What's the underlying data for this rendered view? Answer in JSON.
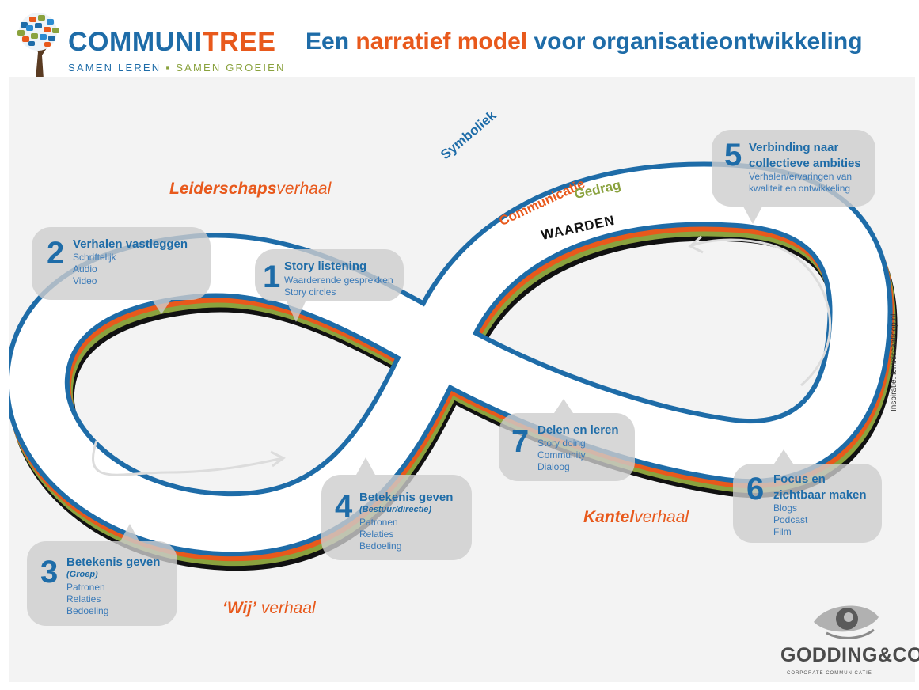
{
  "header": {
    "logo_part1": "COMMUNI",
    "logo_part2": "TREE",
    "tagline_part1": "SAMEN LEREN",
    "tagline_sep": "▪",
    "tagline_part2": "SAMEN GROEIEN",
    "title_part1": "Een",
    "title_part2": "narratief model",
    "title_part3": "voor organisatieontwikkeling"
  },
  "colors": {
    "blue": "#1e6ca8",
    "orange": "#e8591c",
    "green": "#8aa23e",
    "black": "#111111",
    "bubble": "#cdcdcd"
  },
  "stories": {
    "leiderschap_bold": "Leiderschaps",
    "leiderschap_rest": "verhaal",
    "wij_bold": "‘Wij’",
    "wij_rest": " verhaal",
    "kantel_bold": "Kantel",
    "kantel_rest": "verhaal"
  },
  "tracks": {
    "symboliek": "Symboliek",
    "communicatie": "Communicatie",
    "gedrag": "Gedrag",
    "waarden": "WAARDEN"
  },
  "steps": [
    {
      "number": "1",
      "title_lines": [
        "Story listening"
      ],
      "subtitle": "",
      "items": [
        "Waarderende gesprekken",
        "Story circles"
      ]
    },
    {
      "number": "2",
      "title_lines": [
        "Verhalen vastleggen"
      ],
      "subtitle": "",
      "items": [
        "Schriftelijk",
        "Audio",
        "Video"
      ]
    },
    {
      "number": "3",
      "title_lines": [
        "Betekenis geven"
      ],
      "subtitle": "(Groep)",
      "items": [
        "Patronen",
        "Relaties",
        "Bedoeling"
      ]
    },
    {
      "number": "4",
      "title_lines": [
        "Betekenis geven"
      ],
      "subtitle": "(Bestuur/directie)",
      "items": [
        "Patronen",
        "Relaties",
        "Bedoeling"
      ]
    },
    {
      "number": "5",
      "title_lines": [
        "Verbinding naar",
        "collectieve ambities"
      ],
      "subtitle": "",
      "items": [
        "Verhalen/ervaringen van",
        "kwaliteit en ontwikkeling"
      ]
    },
    {
      "number": "6",
      "title_lines": [
        "Focus en",
        "zichtbaar maken"
      ],
      "subtitle": "",
      "items": [
        "Blogs",
        "Podcast",
        "Film"
      ]
    },
    {
      "number": "7",
      "title_lines": [
        "Delen en leren"
      ],
      "subtitle": "",
      "items": [
        "Story doing",
        "Community",
        "Dialoog"
      ]
    }
  ],
  "inspiration": "Inspiratie: lemniscaatloop.nl",
  "credit": {
    "name": "GODDING&CO",
    "sub": "CORPORATE COMMUNICATIE"
  },
  "icons": {
    "logo": "tree-icon",
    "credit": "godding-eye-logo-icon",
    "direction_arrows": "arrow-icon"
  }
}
